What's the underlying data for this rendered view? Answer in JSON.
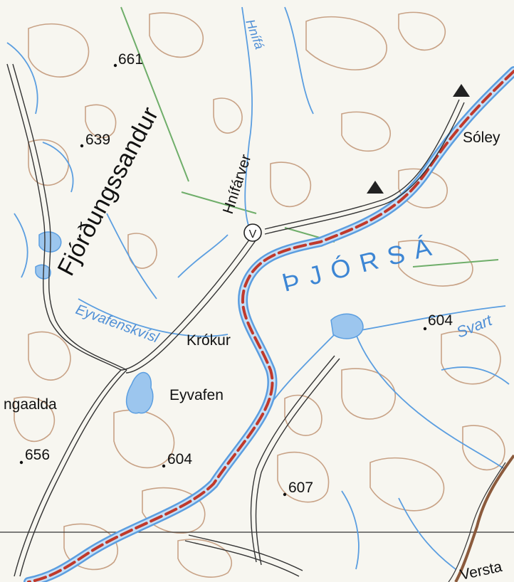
{
  "map": {
    "colors": {
      "paper": "#f7f6f0",
      "water": "#5b9ee0",
      "lake_fill": "#9cc6ee",
      "contour": "#c8a286",
      "road": "#333333",
      "trail": "#c0392b",
      "grid": "#333333",
      "green_line": "#6fae6a"
    },
    "labels": {
      "region": "Fjórðungssandur",
      "river_main": "ÞJÓRSÁ",
      "river_hnifa": "Hnífá",
      "river_eyvafens": "Eyvafenskvísl",
      "river_svart": "Svart",
      "place_hnifarver": "Hnífárver",
      "place_krokur": "Krókur",
      "place_eyvafen": "Eyvafen",
      "place_soley": "Sóley",
      "place_ngaalda": "ngaalda",
      "place_versta": "Versta",
      "hut_symbol": "V"
    },
    "elevations": {
      "e661": "661",
      "e639": "639",
      "e604_east": "604",
      "e656": "656",
      "e604_south": "604",
      "e607": "607"
    },
    "icons": {
      "summit": "triangle-icon",
      "hut": "hut-icon",
      "spot_height": "spot-height-icon"
    }
  }
}
